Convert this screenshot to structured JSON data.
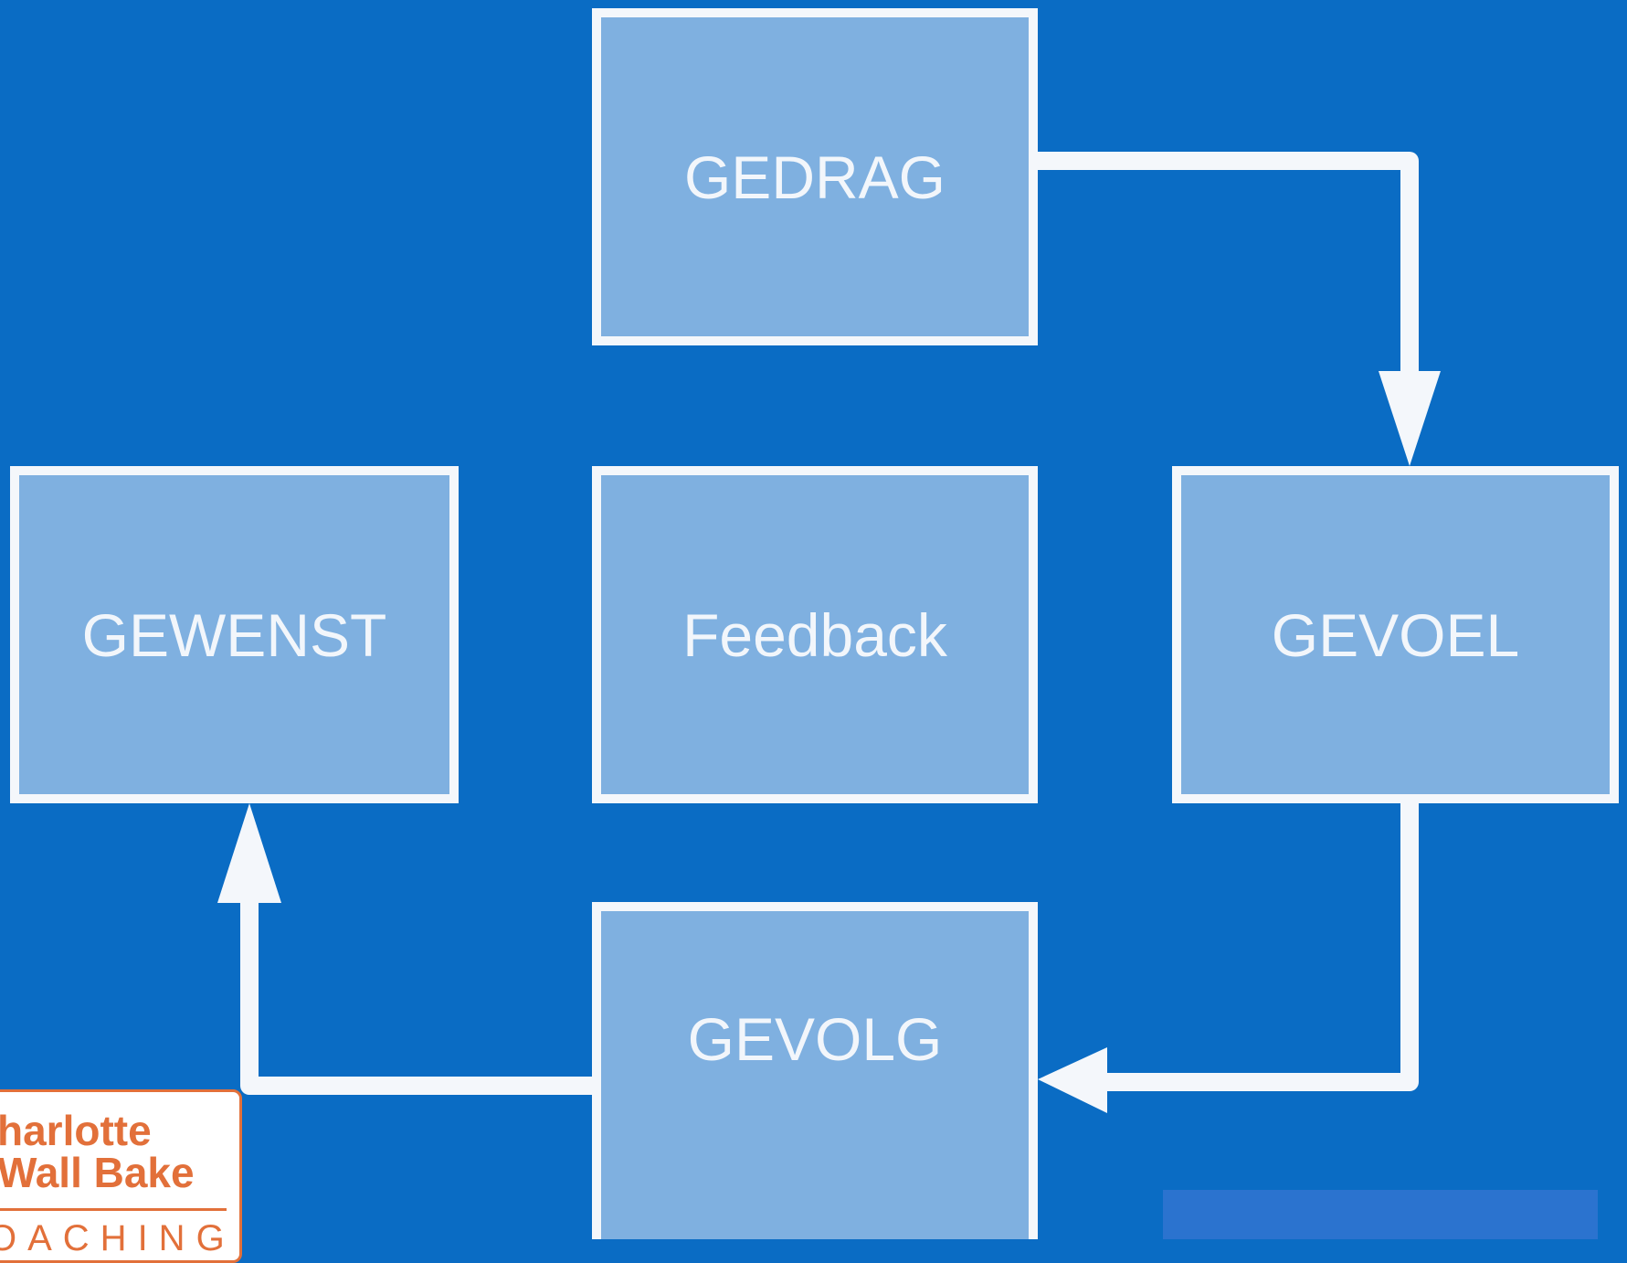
{
  "diagram": {
    "nodes": {
      "gedrag": "GEDRAG",
      "gevoel": "GEVOEL",
      "gevolg": "GEVOLG",
      "gewenst": "GEWENST",
      "feedback": "Feedback"
    },
    "edges": [
      {
        "from": "GEDRAG",
        "to": "GEVOEL"
      },
      {
        "from": "GEVOEL",
        "to": "GEVOLG"
      },
      {
        "from": "GEVOLG",
        "to": "GEWENST"
      }
    ]
  },
  "logo": {
    "line1": "harlotte",
    "line2": "Wall Bake",
    "line3": "OACHING"
  },
  "colors": {
    "background": "#0a6cc4",
    "box_fill": "#7fb0e0",
    "box_border": "#f4f7fb",
    "logo_accent": "#e2703a"
  }
}
